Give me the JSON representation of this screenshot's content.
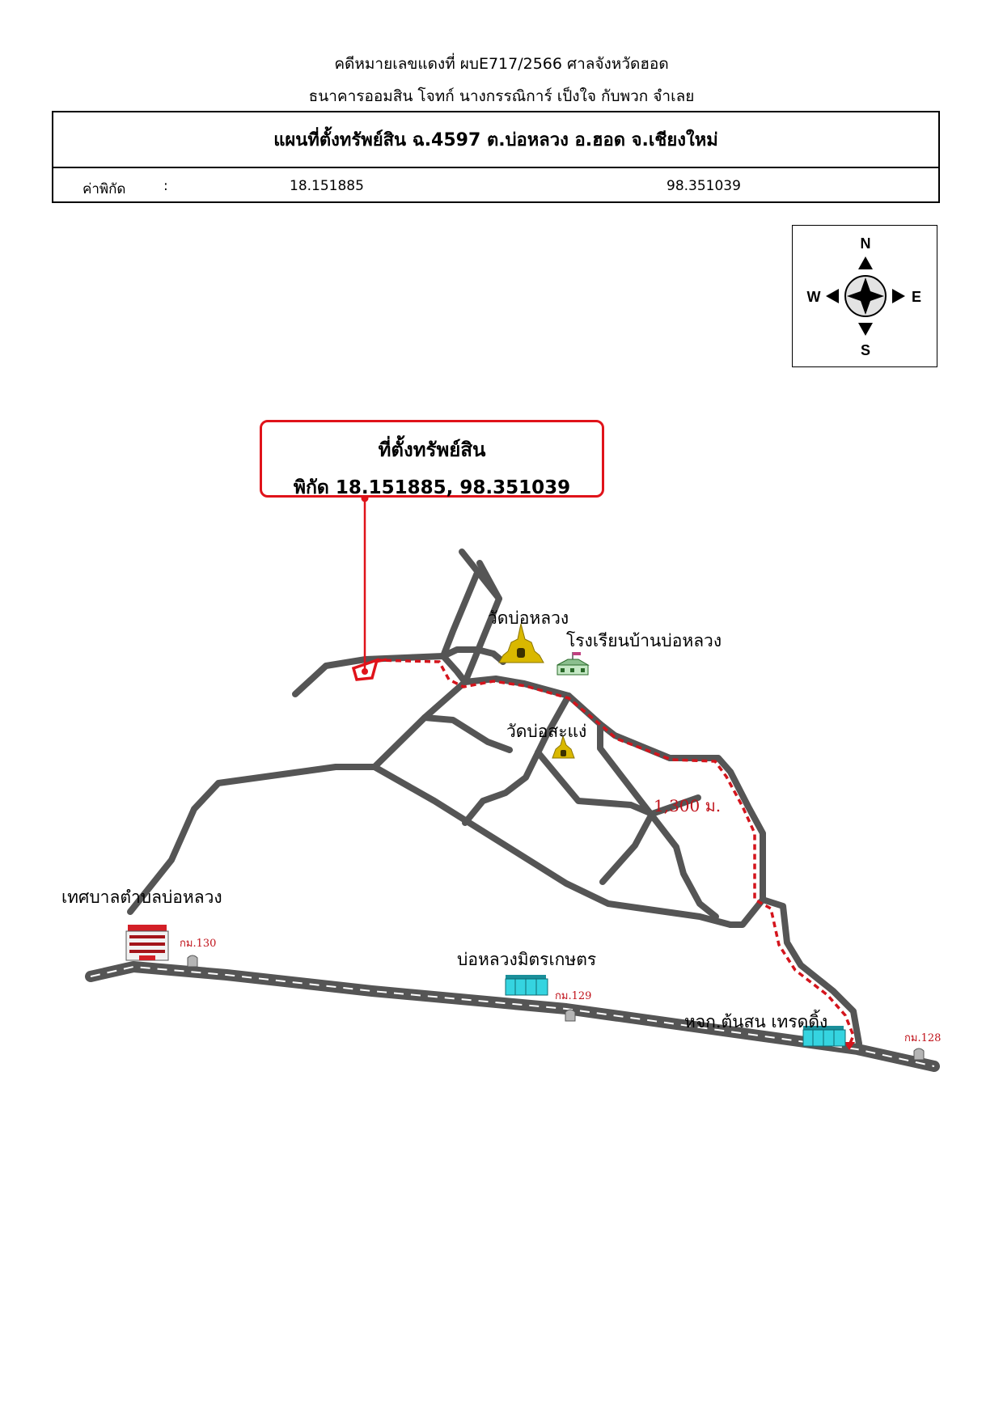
{
  "header": {
    "case_line": "คดีหมายเลขแดงที่ ผบE717/2566 ศาลจังหวัดฮอด",
    "parties_line": "ธนาคารออมสิน โจทก์ นางกรรณิการ์ เป็งใจ กับพวก จำเลย"
  },
  "info_table": {
    "title": "แผนที่ตั้งทรัพย์สิน ฉ.4597 ต.บ่อหลวง อ.ฮอด จ.เชียงใหม่",
    "coord_label": "ค่าพิกัด",
    "coord_sep": ":",
    "latitude": "18.151885",
    "longitude": "98.351039"
  },
  "compass": {
    "north": "N",
    "south": "S",
    "east": "E",
    "west": "W"
  },
  "callout": {
    "title": "ที่ตั้งทรัพย์สิน",
    "coordinates": "พิกัด 18.151885, 98.351039",
    "color": "#e0131a"
  },
  "landmarks": {
    "temple_bo_luang": "วัดบ่อหลวง",
    "school": "โรงเรียนบ้านบ่อหลวง",
    "temple_bo_sa_ngae": "วัดบ่อสะแง่",
    "municipality": "เทศบาลตำบลบ่อหลวง",
    "shop_mitr_kaset": "บ่อหลวงมิตรเกษตร",
    "shop_tonson": "หจก.ต้นสน เทรดดิ้ง"
  },
  "km_markers": {
    "km130": "กม.130",
    "km129": "กม.129",
    "km128": "กม.128"
  },
  "route": {
    "distance": "1,300 ม.",
    "color": "#d4141c"
  },
  "colors": {
    "road": "#555555",
    "route": "#d4141c",
    "temple_gold": "#d9b800",
    "building_cyan": "#35d4e0",
    "municipality_red": "#d31f26"
  }
}
